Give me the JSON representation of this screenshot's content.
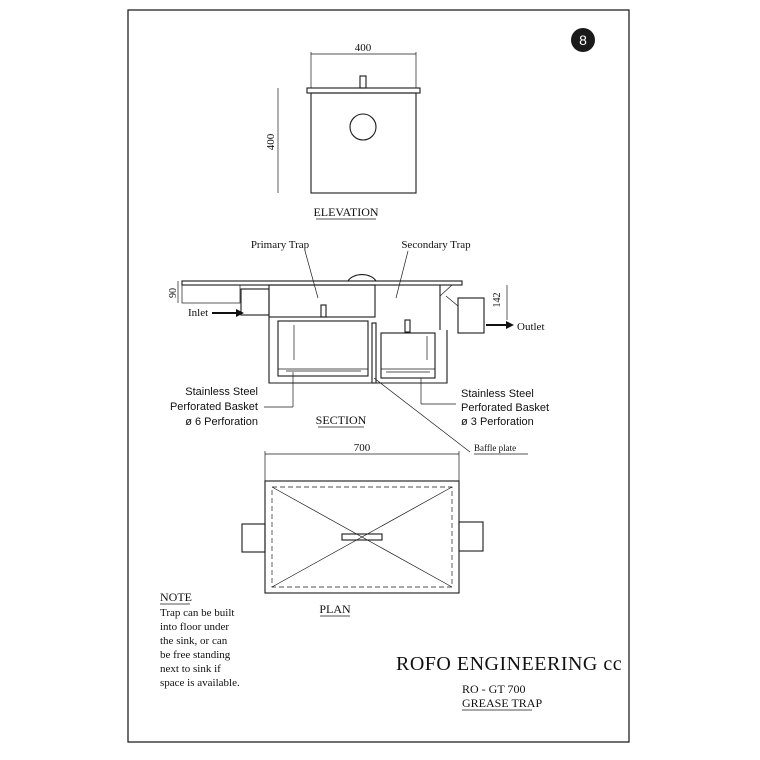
{
  "page_number": "8",
  "elevation": {
    "width_dim": "400",
    "height_dim": "400",
    "caption": "ELEVATION"
  },
  "section": {
    "primary_trap": "Primary Trap",
    "secondary_trap": "Secondary Trap",
    "inlet": "Inlet",
    "outlet": "Outlet",
    "dim_left": "90",
    "dim_right": "142",
    "caption": "SECTION",
    "left_basket": [
      "Stainless Steel",
      "Perforated Basket",
      "ø 6 Perforation"
    ],
    "right_basket": [
      "Stainless Steel",
      "Perforated Basket",
      "ø 3 Perforation"
    ],
    "baffle": "Baffle plate"
  },
  "plan": {
    "width_dim": "700",
    "caption": "PLAN"
  },
  "note": {
    "heading": "NOTE",
    "lines": [
      "Trap can be built",
      "into floor under",
      "the sink, or can",
      "be free standing",
      "next to sink if",
      "space is available."
    ]
  },
  "title_block": {
    "company": "ROFO ENGINEERING cc",
    "model": "RO - GT 700",
    "product": "GREASE TRAP"
  }
}
